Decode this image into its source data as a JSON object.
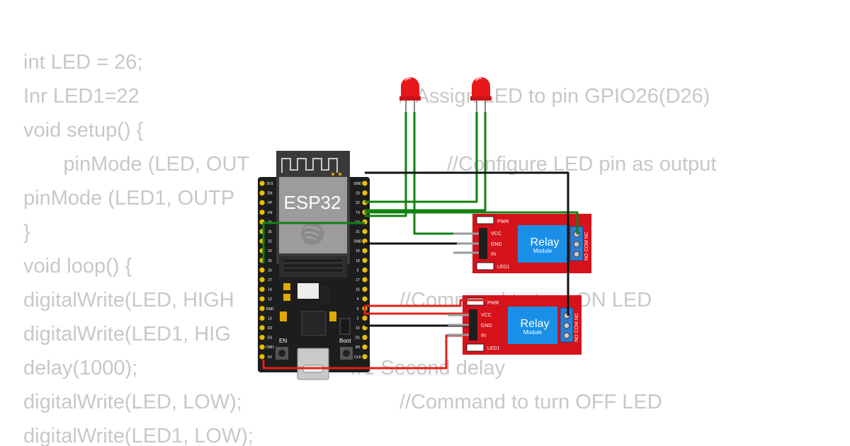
{
  "code": {
    "lines": [
      "int LED = 26;",
      "Inr LED1=22",
      "void setup() {",
      "       pinMode (LED, OUT",
      "pinMode (LED1, OUTP",
      "}",
      "void loop() {",
      "digitalWrite(LED, HIGH",
      "digitalWrite(LED1, HIG",
      "delay(1000);",
      "digitalWrite(LED, LOW);",
      "digitalWrite(LED1, LOW);"
    ],
    "comments": {
      "assign": "// Assign LED to pin GPIO26(D26)",
      "configure": "//Configure LED pin as output",
      "command_on": "//Command to turn ON LED",
      "delay": "//1 Second delay",
      "command_off": "//Command to turn OFF LED"
    }
  },
  "esp32": {
    "label": "ESP32",
    "en_label": "EN",
    "boot_label": "Boot",
    "left_pins": [
      "3V3",
      "EN",
      "VP",
      "VN",
      "34",
      "35",
      "32",
      "33",
      "25",
      "26",
      "27",
      "14",
      "12",
      "GND",
      "13",
      "D2",
      "D3",
      "CMD",
      "5V"
    ],
    "right_pins": [
      "GND",
      "23",
      "22",
      "TX",
      "RX",
      "21",
      "GND",
      "19",
      "18",
      "5",
      "17",
      "16",
      "4",
      "0",
      "2",
      "15",
      "D1",
      "D0",
      "CLK"
    ]
  },
  "relays": [
    {
      "title": "Relay",
      "subtitle": "Module",
      "pwr": "PWR",
      "vcc": "VCC",
      "gnd": "GND",
      "in": "IN",
      "led1": "LED1",
      "terminals": "NO COM NC"
    },
    {
      "title": "Relay",
      "subtitle": "Module",
      "pwr": "PWR",
      "vcc": "VCC",
      "gnd": "GND",
      "in": "IN",
      "led1": "LED1",
      "terminals": "NO COM NC"
    }
  ],
  "colors": {
    "code_text": "#c8c8c8",
    "board": "#1d1d1d",
    "relay_board": "#d6121b",
    "relay_body": "#1a8fe8",
    "wire_green": "#118011",
    "wire_red": "#e0201a",
    "wire_black": "#111111",
    "led_red": "#e8171a"
  },
  "icons": {
    "esp_logo": "espressif-logo-icon",
    "usb": "usb-port-icon"
  }
}
